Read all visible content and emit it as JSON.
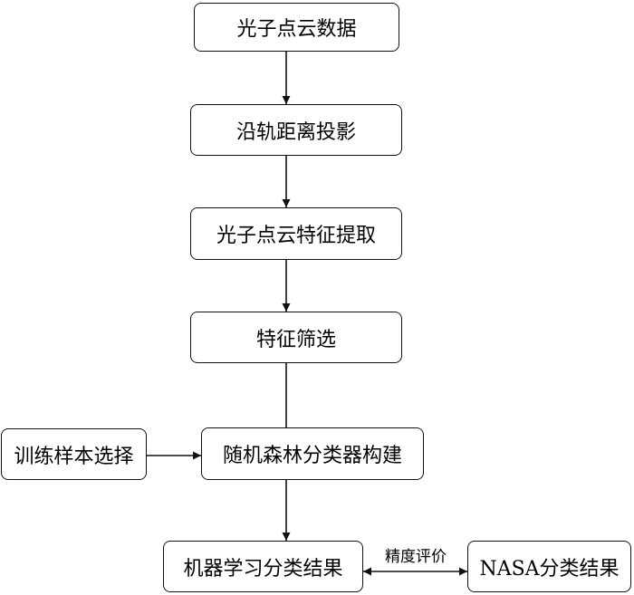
{
  "diagram": {
    "nodes": {
      "photon_data": "光子点云数据",
      "along_track": "沿轨距离投影",
      "feature_extract": "光子点云特征提取",
      "feature_select": "特征筛选",
      "training_sample": "训练样本选择",
      "rf_build": "随机森林分类器构建",
      "ml_result": "机器学习分类结果",
      "nasa_result": "NASA分类结果"
    },
    "edge_labels": {
      "accuracy_eval": "精度评价"
    }
  }
}
